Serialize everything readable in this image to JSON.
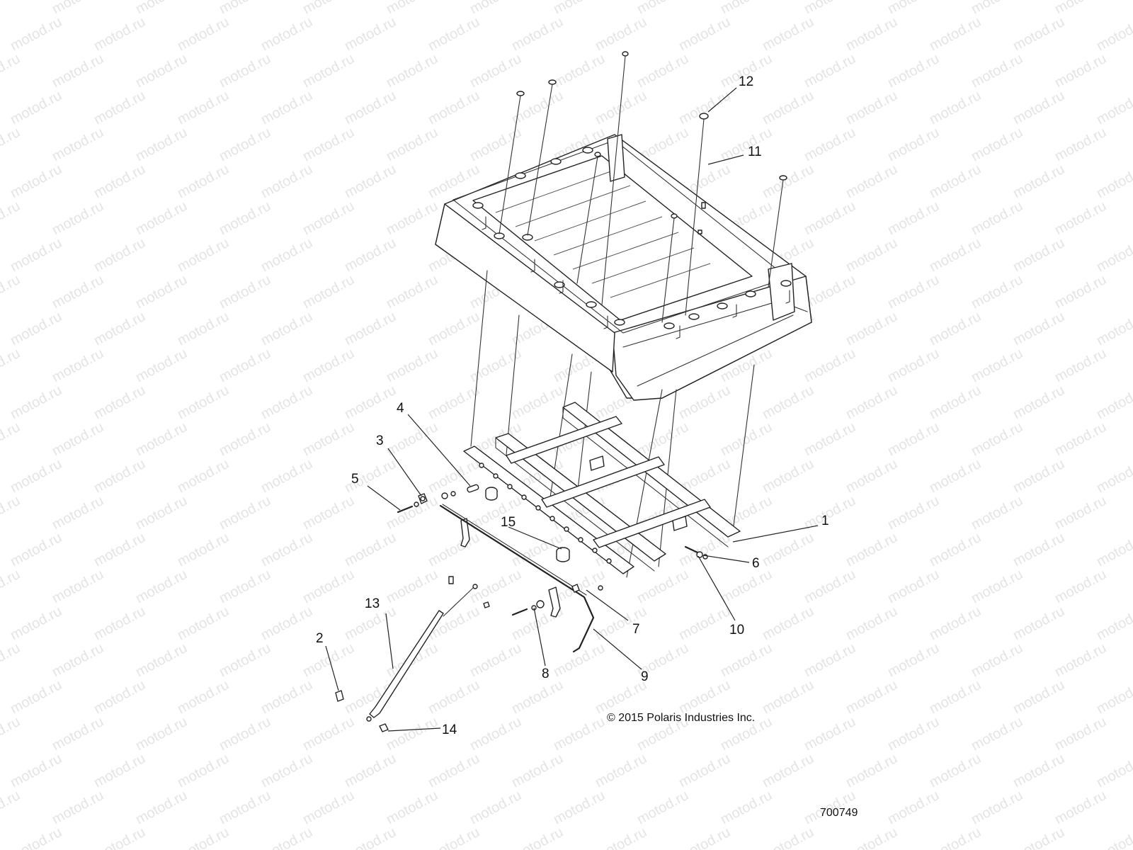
{
  "watermark": {
    "text": "motod.ru",
    "color": "#e4e4e4"
  },
  "callouts": [
    "1",
    "2",
    "3",
    "4",
    "5",
    "6",
    "7",
    "8",
    "9",
    "10",
    "11",
    "12",
    "13",
    "14",
    "15"
  ],
  "copyright": "© 2015 Polaris Industries Inc.",
  "diagram_id": "700749",
  "colors": {
    "line": "#222222",
    "background": "#ffffff"
  }
}
